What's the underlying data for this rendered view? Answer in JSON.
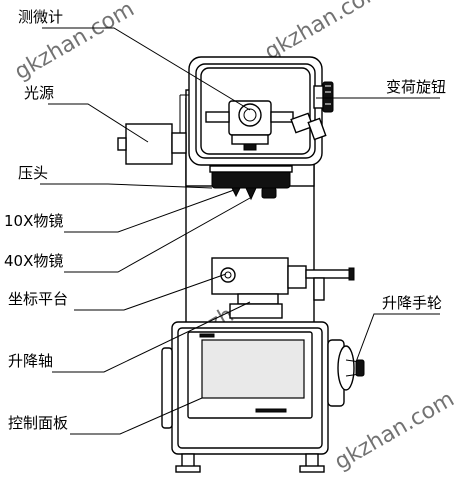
{
  "labels": {
    "micrometer": "测微计",
    "light_source": "光源",
    "load_knob": "变荷旋钮",
    "indenter": "压头",
    "objective_10x": "10X物镜",
    "objective_40x": "40X物镜",
    "stage": "坐标平台",
    "lift_wheel": "升降手轮",
    "lift_shaft": "升降轴",
    "control_panel": "控制面板"
  },
  "watermarks": [
    "gkzhan.com",
    "gkzhan.com",
    "gkzhan.com",
    "gkzhan.com"
  ],
  "colors": {
    "ink": "#000000",
    "screen": "#e9e9e9",
    "watermark": "#c9d6e4"
  }
}
